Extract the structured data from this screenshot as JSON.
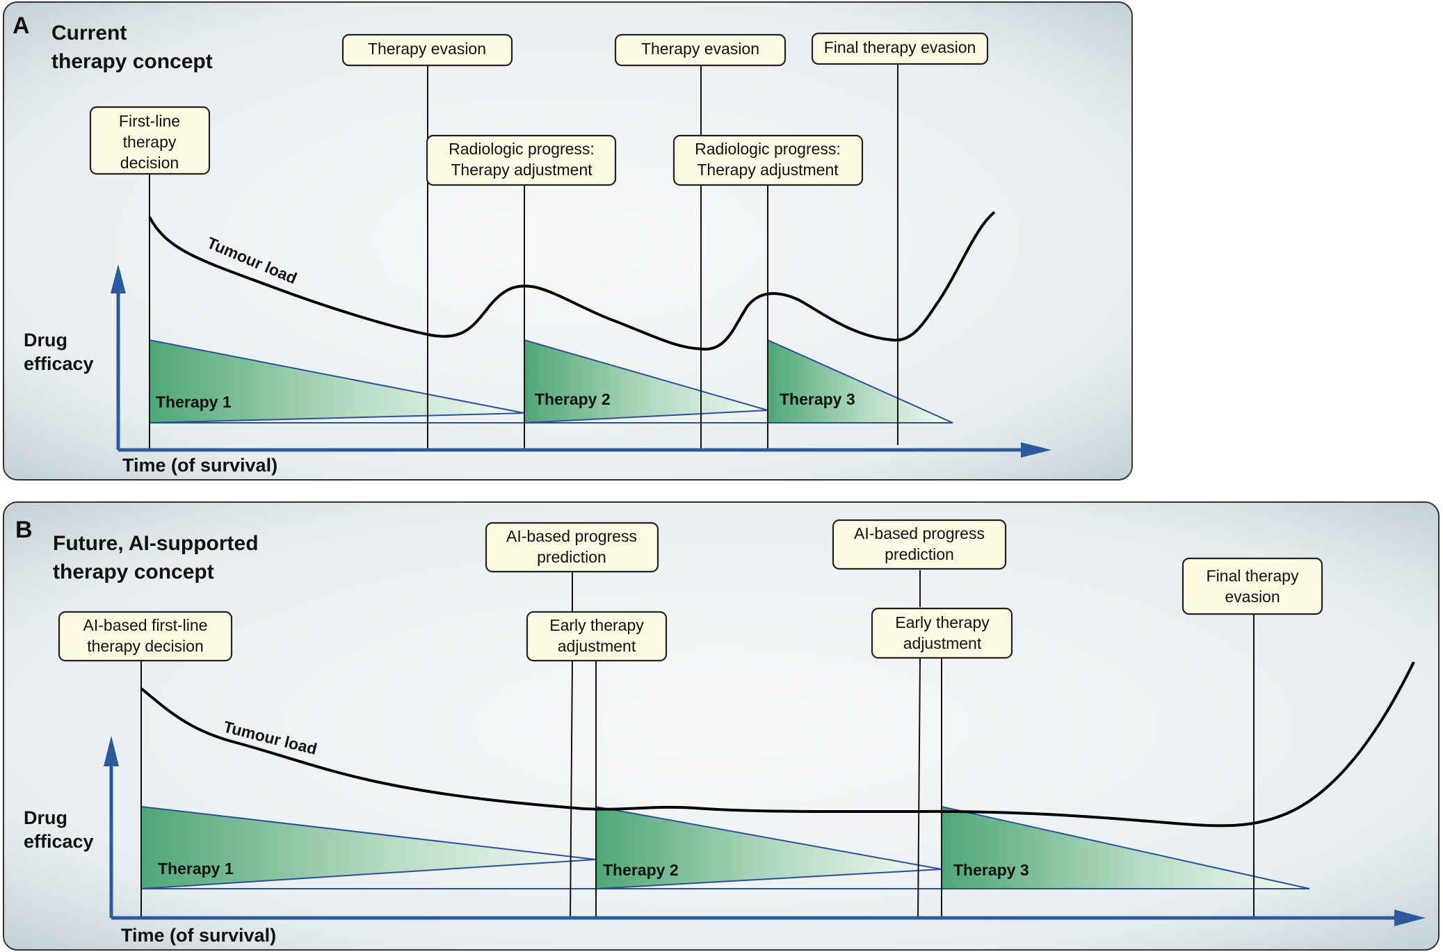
{
  "panel_a": {
    "letter": "A",
    "title": [
      "Current",
      "therapy concept"
    ],
    "y_axis_label": [
      "Drug",
      "efficacy"
    ],
    "x_axis_label": "Time (of survival)",
    "curve_label": "Tumour load",
    "boxes": {
      "first_line": [
        "First-line",
        "therapy",
        "decision"
      ],
      "evasion_1": [
        "Therapy evasion"
      ],
      "radiologic_1": [
        "Radiologic progress:",
        "Therapy adjustment"
      ],
      "evasion_2": [
        "Therapy evasion"
      ],
      "radiologic_2": [
        "Radiologic progress:",
        "Therapy adjustment"
      ],
      "final_evasion": [
        "Final therapy evasion"
      ]
    },
    "therapies": [
      "Therapy 1",
      "Therapy 2",
      "Therapy 3"
    ]
  },
  "panel_b": {
    "letter": "B",
    "title": [
      "Future, AI-supported",
      "therapy concept"
    ],
    "y_axis_label": [
      "Drug",
      "efficacy"
    ],
    "x_axis_label": "Time (of survival)",
    "curve_label": "Tumour load",
    "boxes": {
      "first_line": [
        "AI-based first-line",
        "therapy decision"
      ],
      "prediction_1": [
        "AI-based progress",
        "prediction"
      ],
      "early_1": [
        "Early therapy",
        "adjustment"
      ],
      "prediction_2": [
        "AI-based progress",
        "prediction"
      ],
      "early_2": [
        "Early therapy",
        "adjustment"
      ],
      "final_evasion": [
        "Final therapy",
        "evasion"
      ]
    },
    "therapies": [
      "Therapy 1",
      "Therapy 2",
      "Therapy 3"
    ]
  },
  "colors": {
    "panel_bg_center": "#f4f7f8",
    "panel_bg_edge": "#bfcdd3",
    "box_fill": "#fdfae3",
    "axis_blue": "#2c5a9c",
    "therapy_green": "#4fa676"
  }
}
